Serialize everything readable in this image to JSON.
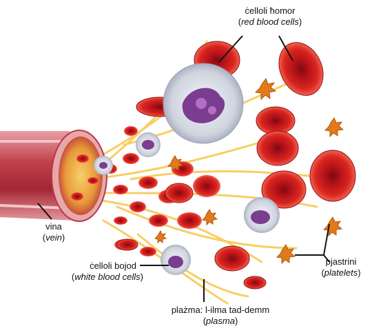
{
  "labels": {
    "red_blood_cells": {
      "name": "ċelloli ħomor",
      "open": "(",
      "translation": "red blood cells",
      "close": ")"
    },
    "platelets": {
      "name": "pjastrini",
      "open": "(",
      "translation": "platelets",
      "close": ")"
    },
    "vein": {
      "name": "vina",
      "open": "(",
      "translation": "vein",
      "close": ")"
    },
    "white_blood_cells": {
      "name": "ċelloli bojod",
      "open": "(",
      "translation": "white blood cells",
      "close": ")"
    },
    "plasma": {
      "name": "plażma: l-ilma tad-demm",
      "open": "(",
      "translation": "plasma",
      "close": ")"
    }
  },
  "colors": {
    "rbc": "#c8161d",
    "rbc_dark": "#8e0e12",
    "rbc_light": "#ef5a4f",
    "plasma": "#f6c64a",
    "platelet": "#e07a1a",
    "wbc": "#d9dde6",
    "wbc_nucleus": "#7a3d8f",
    "vein_wall": "#b83a45",
    "leader": "#111111"
  },
  "icons": [
    "red-blood-cell-icon",
    "white-blood-cell-icon",
    "platelet-icon",
    "vein-icon"
  ]
}
